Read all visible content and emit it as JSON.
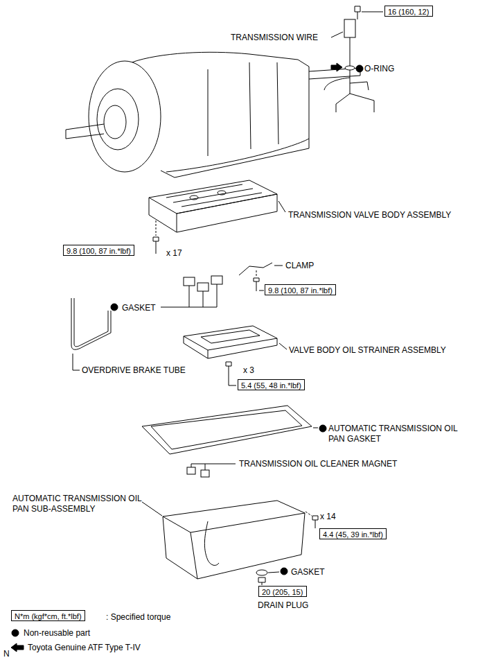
{
  "diagram": {
    "nodes": [
      {
        "text": [
          "16 (160, 12)"
        ]
      },
      {
        "text": [
          "9.8 (100, 87 in.*lbf)"
        ]
      },
      {
        "text": [
          "9.8 (100, 87 in.*lbf)"
        ]
      },
      {
        "text": [
          "5.4 (55, 48 in.*lbf)"
        ]
      },
      {
        "text": [
          "4.4 (45, 39 in.*lbf)"
        ]
      },
      {
        "text": [
          "20 (205, 15)"
        ]
      },
      {
        "text": [
          "N*m (kgf*cm, ft.*lbf)"
        ]
      }
    ],
    "labels": [
      "TRANSMISSION WIRE",
      "O-RING",
      "TRANSMISSION VALVE BODY ASSEMBLY",
      "x 17",
      "CLAMP",
      "GASKET",
      "VALVE BODY OIL STRAINER ASSEMBLY",
      "OVERDRIVE BRAKE TUBE",
      "x 3",
      "AUTOMATIC TRANSMISSION OIL PAN GASKET",
      "TRANSMISSION OIL CLEANER MAGNET",
      "AUTOMATIC TRANSMISSION OIL PAN SUB-ASSEMBLY",
      "x 14",
      "GASKET",
      "DRAIN PLUG",
      "N"
    ],
    "legend": [
      {
        "text": ": Specified torque"
      },
      {
        "text": "Non-reusable part"
      },
      {
        "text": "Toyota Genuine ATF Type T-IV"
      }
    ]
  }
}
